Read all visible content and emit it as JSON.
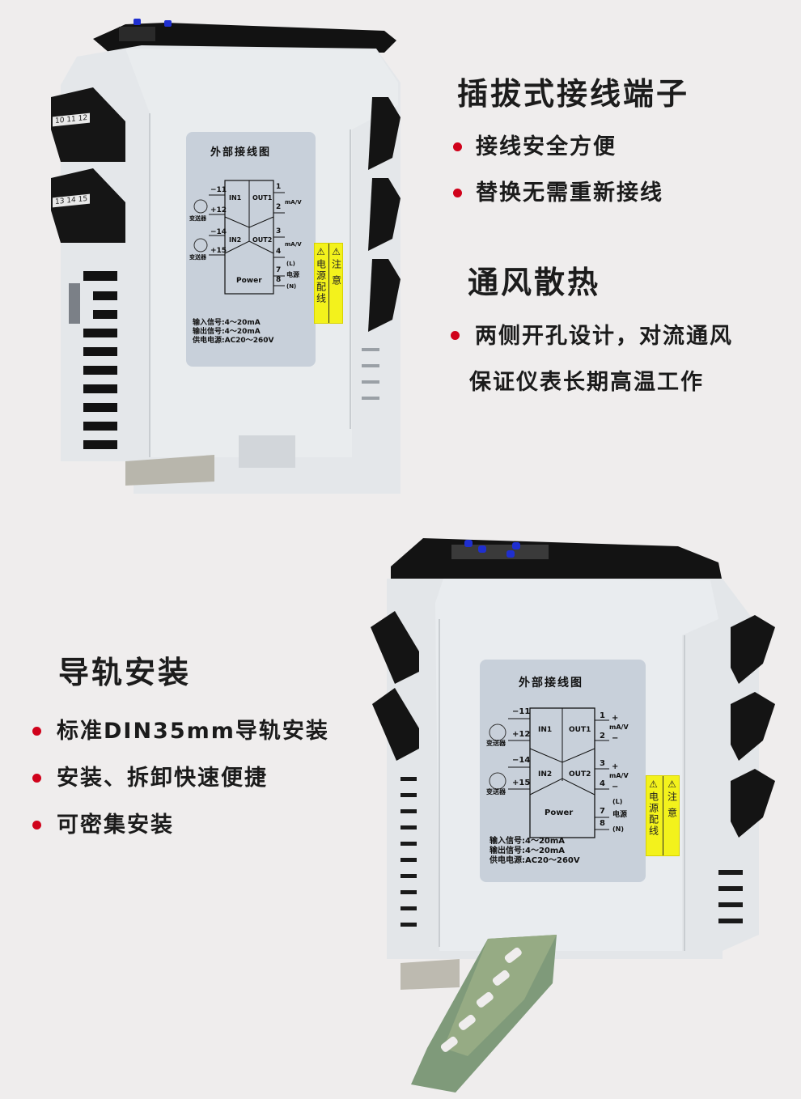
{
  "sections": [
    {
      "id": "pluggable-terminal",
      "title": "插拔式接线端子",
      "items": [
        "接线安全方便",
        "替换无需重新接线"
      ]
    },
    {
      "id": "ventilation",
      "title": "通风散热",
      "items": [
        "两侧开孔设计，对流通风",
        "保证仪表长期高温工作"
      ]
    },
    {
      "id": "rail-mounting",
      "title": "导轨安装",
      "items": [
        "标准DIN35mm导轨安装",
        "安装、拆卸快速便捷",
        "可密集安装"
      ]
    }
  ],
  "device": {
    "label": {
      "title": "外部接线图",
      "transmitter": "变送器",
      "in1": "IN1",
      "in2": "IN2",
      "out1": "OUT1",
      "out2": "OUT2",
      "power": "Power",
      "pins": {
        "in1_neg": "−11",
        "in1_pos": "+12",
        "in2_neg": "−14",
        "in2_pos": "+15",
        "p1": "1",
        "p2": "2",
        "p3": "3",
        "p4": "4",
        "p7": "7",
        "p8": "8"
      },
      "plus": "+",
      "minus": "−",
      "unit": "mA/V",
      "line_l": "(L)",
      "line_n": "(N)",
      "power_cn": "电源",
      "specs": [
        "输入信号:4～20mA",
        "输出信号:4～20mA",
        "供电电源:AC20～260V"
      ]
    },
    "warning": {
      "col1": "⚠注 意",
      "col2": "⚠电源配线"
    },
    "terminal_tags": [
      "10 11 12",
      "13 14 15"
    ]
  },
  "colors": {
    "background": "#efeded",
    "bullet": "#d0021b",
    "housing": "#e6e9ec",
    "label": "#c8d0da",
    "sticker": "#f3f21c",
    "button": "#1f2fd0"
  }
}
